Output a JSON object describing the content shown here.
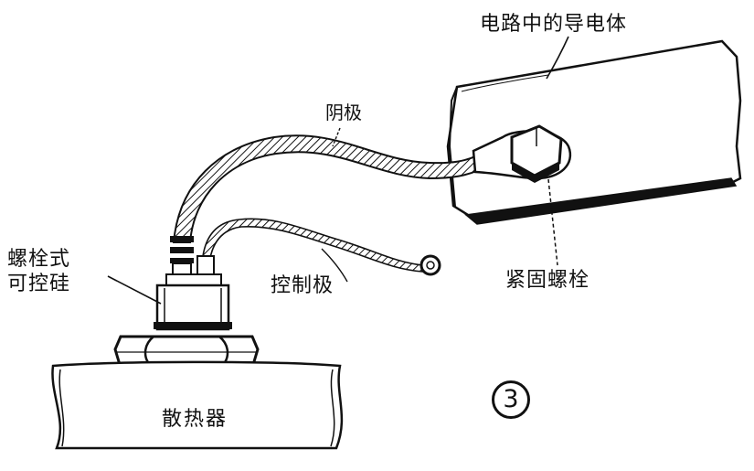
{
  "labels": {
    "conductor": "电路中的导电体",
    "anode_lead": "阴极",
    "bolt_scr": "螺栓式\n可控硅",
    "gate_lead": "控制极",
    "fastening_bolt": "紧固螺栓",
    "heatsink": "散热器"
  },
  "figure_number": "3",
  "colors": {
    "ink": "#111111",
    "paper": "#ffffff"
  }
}
